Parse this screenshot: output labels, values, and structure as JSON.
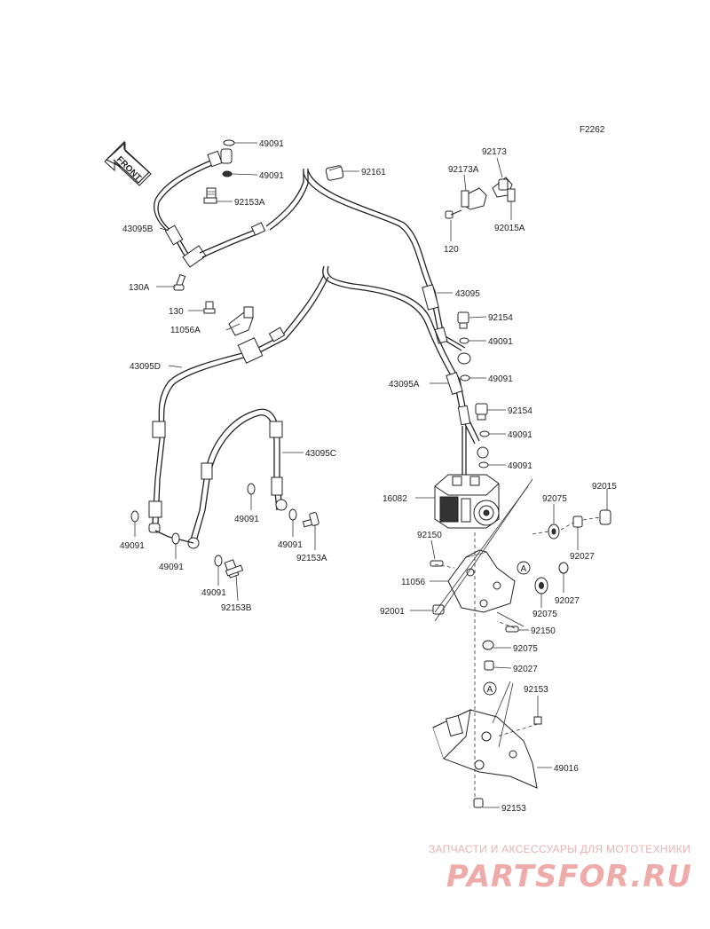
{
  "figure_code": "F2262",
  "front_label": "FRONT",
  "callout_a": "A",
  "labels": {
    "p49091_a": "49091",
    "p49091_b": "49091",
    "p92153A_a": "92153A",
    "p92161": "92161",
    "p92173": "92173",
    "p92173A": "92173A",
    "p92015A": "92015A",
    "p120": "120",
    "p43095B": "43095B",
    "p130A": "130A",
    "p43095": "43095",
    "p130": "130",
    "p11056A": "11056A",
    "p92154_a": "92154",
    "p49091_c": "49091",
    "p43095D": "43095D",
    "p49091_d": "49091",
    "p43095A": "43095A",
    "p92154_b": "92154",
    "p49091_e": "49091",
    "p43095C": "43095C",
    "p49091_f": "49091",
    "p16082": "16082",
    "p92075_a": "92075",
    "p92015": "92015",
    "p49091_g": "49091",
    "p49091_h": "49091",
    "p92153A_b": "92153A",
    "p92150_a": "92150",
    "p92027_a": "92027",
    "p49091_i": "49091",
    "p11056": "11056",
    "p92027_b": "92027",
    "p49091_j": "49091",
    "p92153B": "92153B",
    "p92075_b": "92075",
    "p92001": "92001",
    "p92150_b": "92150",
    "p92075_c": "92075",
    "p92027_c": "92027",
    "p92153_a": "92153",
    "p49016": "49016",
    "p92153_b": "92153"
  },
  "watermark": {
    "caption": "ЗАПЧАСТИ И АКСЕССУАРЫ ДЛЯ МОТОТЕХНИКИ",
    "logo": "PARTSFOR.RU"
  }
}
